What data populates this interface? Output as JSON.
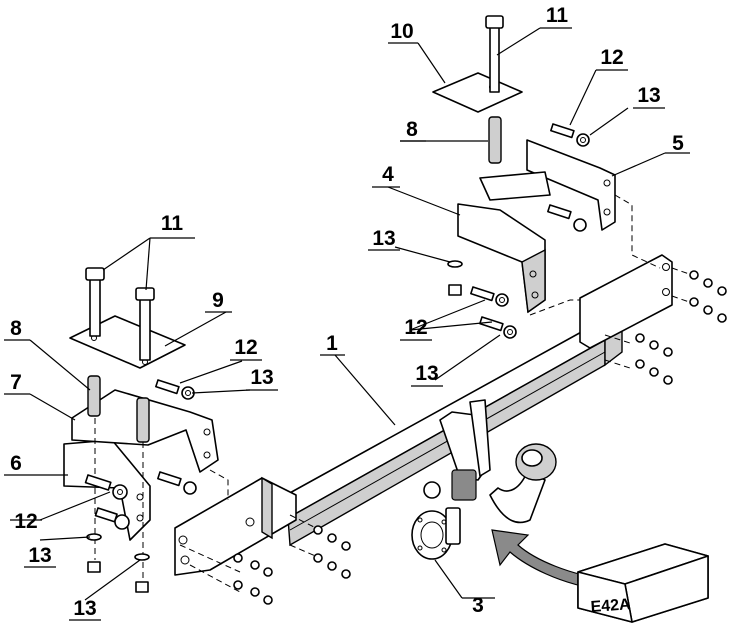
{
  "diagram": {
    "callouts": {
      "c1": "1",
      "c3": "3",
      "c4": "4",
      "c5": "5",
      "c6": "6",
      "c7": "7",
      "c8_left": "8",
      "c8_right": "8",
      "c9": "9",
      "c10": "10",
      "c11_left": "11",
      "c11_right": "11",
      "c12_left_top": "12",
      "c12_left_bottom": "12",
      "c12_right_top": "12",
      "c12_right_mid": "12",
      "c13_left_top": "13",
      "c13_left_a": "13",
      "c13_left_b": "13",
      "c13_right_top": "13",
      "c13_right_a": "13",
      "c13_right_b": "13"
    },
    "model_label": "E42A"
  }
}
